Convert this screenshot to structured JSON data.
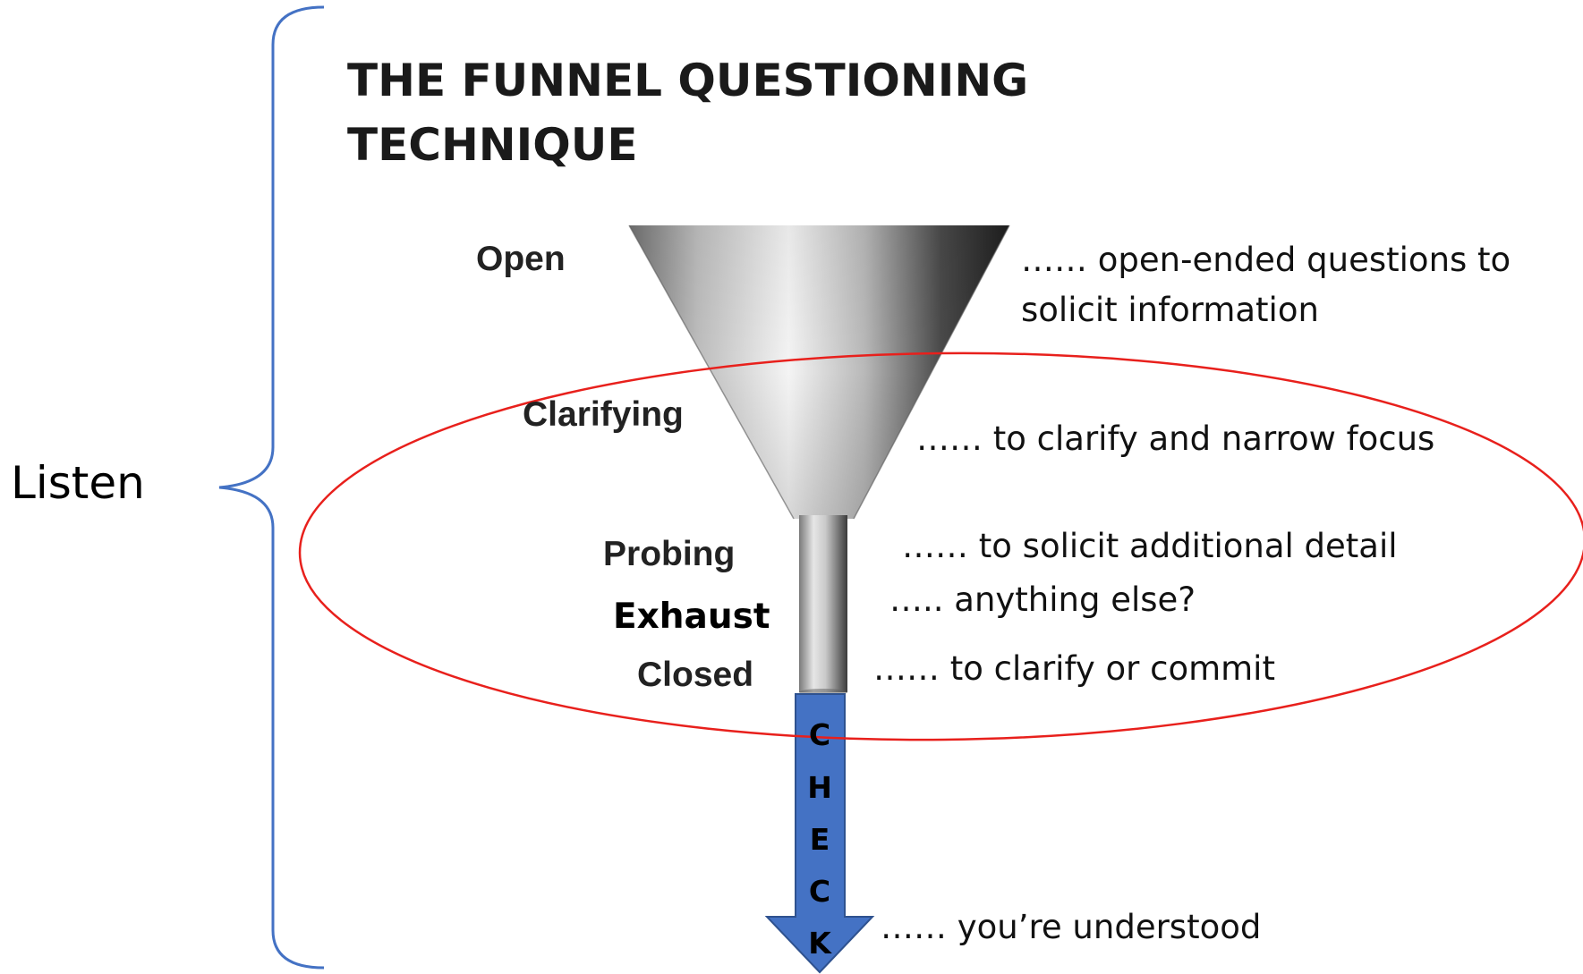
{
  "title": {
    "line1": "THE FUNNEL QUESTIONING",
    "line2": "TECHNIQUE"
  },
  "side_label": "Listen",
  "stages": {
    "open": "Open",
    "clarifying": "Clarifying",
    "probing": "Probing",
    "exhaust": "Exhaust",
    "closed": "Closed"
  },
  "descriptions": {
    "open_line1": "…… open-ended questions to",
    "open_line2": "solicit information",
    "clarifying": "…… to clarify and narrow focus",
    "probing": "…… to solicit additional detail",
    "exhaust": "….. anything else?",
    "closed": "…… to clarify or commit",
    "check": "…… you’re understood"
  },
  "check_letters": [
    "C",
    "H",
    "E",
    "C",
    "K"
  ],
  "colors": {
    "brace": "#4472c4",
    "ellipse": "#e8201c",
    "arrow_fill": "#4472c4",
    "arrow_stroke": "#2f528f",
    "funnel_light": "#f2f2f2",
    "funnel_dark": "#1f1f1f"
  }
}
